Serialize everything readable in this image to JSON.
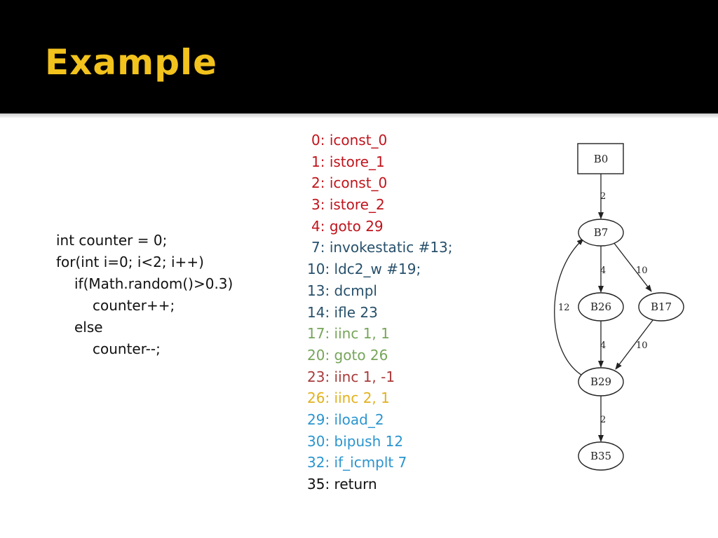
{
  "slide": {
    "title": "Example"
  },
  "source_code": {
    "lines": [
      "int counter = 0;",
      "for(int i=0; i<2; i++)",
      "if(Math.random()>0.3)",
      "counter++;",
      "else",
      "counter--;"
    ]
  },
  "bytecode": {
    "instructions": [
      {
        "text": "0: iconst_0",
        "color": "#c0141c"
      },
      {
        "text": "1: istore_1",
        "color": "#c0141c"
      },
      {
        "text": "2: iconst_0",
        "color": "#c0141c"
      },
      {
        "text": "3: istore_2",
        "color": "#c0141c"
      },
      {
        "text": "4: goto 29",
        "color": "#c0141c"
      },
      {
        "text": "7: invokestatic #13;",
        "color": "#27506b"
      },
      {
        "text": "10: ldc2_w #19;",
        "color": "#27506b"
      },
      {
        "text": "13: dcmpl",
        "color": "#27506b"
      },
      {
        "text": "14: ifle 23",
        "color": "#27506b"
      },
      {
        "text": "17: iinc 1, 1",
        "color": "#76a55a"
      },
      {
        "text": "20: goto 26",
        "color": "#76a55a"
      },
      {
        "text": "23: iinc 1, -1",
        "color": "#a93a3a"
      },
      {
        "text": "26: iinc 2, 1",
        "color": "#e2b11c"
      },
      {
        "text": "29: iload_2",
        "color": "#2b95cf"
      },
      {
        "text": "30: bipush 12",
        "color": "#2b95cf"
      },
      {
        "text": "32: if_icmplt 7",
        "color": "#2b95cf"
      },
      {
        "text": "35: return",
        "color": "#111111"
      }
    ]
  },
  "cfg": {
    "nodes": {
      "b0": "B0",
      "b7": "B7",
      "b26": "B26",
      "b17": "B17",
      "b29": "B29",
      "b35": "B35"
    },
    "edges": {
      "b0_b7": "2",
      "b7_b26": "4",
      "b7_b17": "10",
      "b29_b7": "12",
      "b26_b29": "4",
      "b17_b29": "10",
      "b29_b35": "2"
    }
  }
}
